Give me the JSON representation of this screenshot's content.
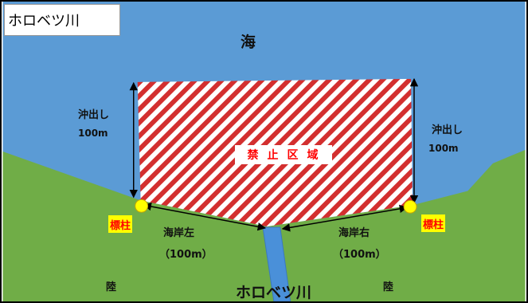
{
  "title": "ホロベツ川",
  "map": {
    "sea": "海",
    "zone": "禁止区域",
    "offshore_left": {
      "line1": "沖出し",
      "line2": "100m"
    },
    "offshore_right": {
      "line1": "沖出し",
      "line2": "100m"
    },
    "marker_left": "標柱",
    "marker_right": "標柱",
    "beach_left": {
      "line1": "海岸左",
      "line2": "（100m）"
    },
    "beach_right": {
      "line1": "海岸右",
      "line2": "（100m）"
    },
    "land_left": "陸",
    "land_right": "陸",
    "river": "ホロベツ川"
  },
  "colors": {
    "sea": "#5b9bd5",
    "land": "#70ad47",
    "river": "#4a90d9",
    "zone_stripe": "#d32f2f",
    "marker": "#ffff00",
    "zone_text": "#ff0000"
  }
}
